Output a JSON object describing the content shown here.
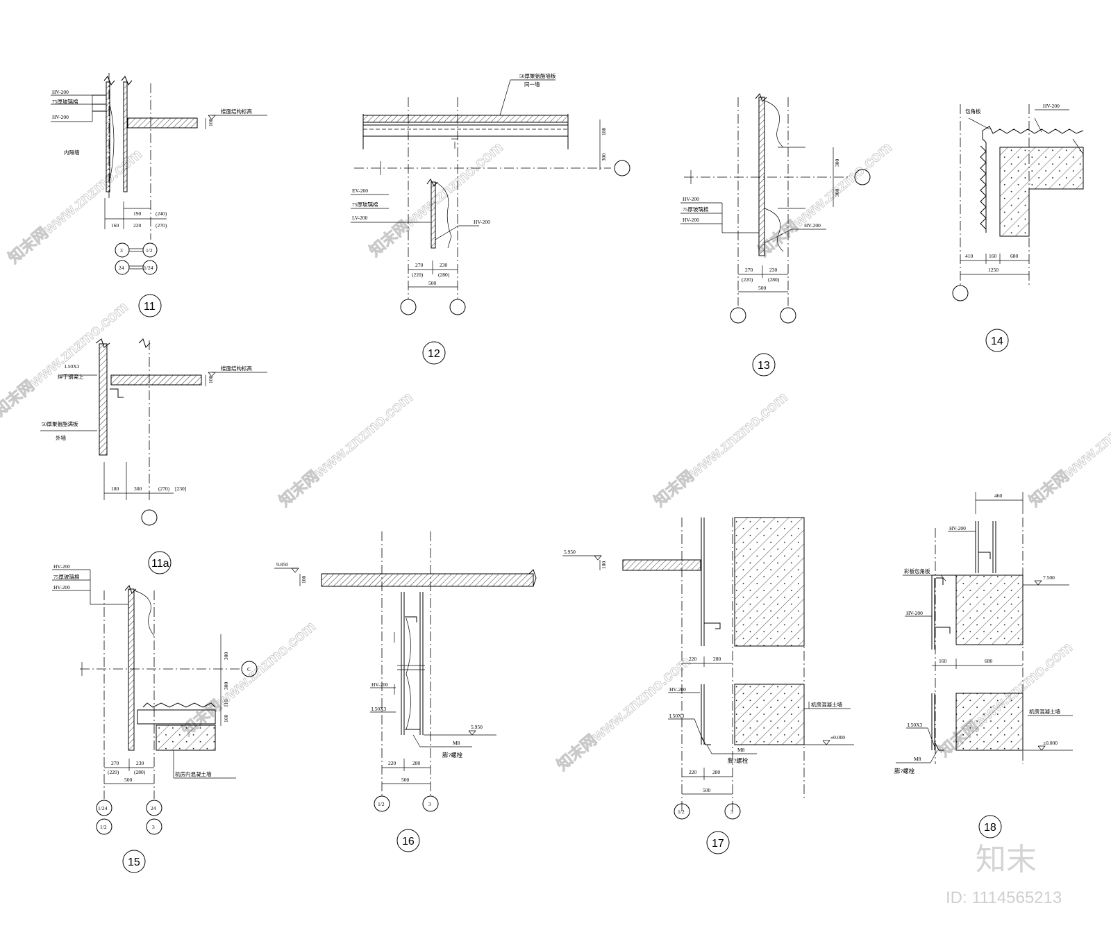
{
  "watermark": {
    "text": "知末网www.znzmo.com"
  },
  "brand": {
    "logo": "知末",
    "id": "ID: 1114565213"
  },
  "details": {
    "d11": {
      "num": "11",
      "l1": "HV-200",
      "l2": "75厚玻璃棉",
      "l3": "HV-200",
      "l4": "内隔墙",
      "l5": "楼面结构标高",
      "h": "100",
      "a": "190",
      "a2": "(240)",
      "b": "160",
      "c": "220",
      "c2": "(270)",
      "g1": "3",
      "g2": "1/2",
      "g3": "24",
      "g4": "1/24"
    },
    "d11a": {
      "num": "11a",
      "l1": "L50X3",
      "l2": "焊于钢梁上",
      "l3": "50厚聚氨酯满板",
      "l4": "外墙",
      "l5": "楼面结构标高",
      "h": "100",
      "b": "180",
      "c": "300",
      "c2": "(270)",
      "c3": "[230]"
    },
    "d12": {
      "num": "12",
      "l1": "50厚聚氨酯墙板",
      "l2": "同一墙",
      "l3": "EV-200",
      "l4": "75厚玻璃棉",
      "l5": "LV-200",
      "l6": "HV-200",
      "h1": "180",
      "h2": "300",
      "a": "270",
      "b": "230",
      "a2": "(220)",
      "b2": "(280)",
      "t": "500"
    },
    "d13": {
      "num": "13",
      "l1": "HV-200",
      "l2": "75厚玻璃棉",
      "l3": "HV-200",
      "l4": "HV-200",
      "h1": "300",
      "h2": "300",
      "a": "270",
      "b": "230",
      "a2": "(220)",
      "b2": "(280)",
      "t": "500"
    },
    "d14": {
      "num": "14",
      "l1": "包角板",
      "l2": "HV-200",
      "a": "410",
      "b": "160",
      "c": "680",
      "t": "1250"
    },
    "d15": {
      "num": "15",
      "l1": "HV-200",
      "l2": "75厚玻璃棉",
      "l3": "HV-200",
      "l4": "机房内混凝土墙",
      "grid": "C",
      "h1": "300",
      "h2": "300",
      "h3": "110",
      "h4": "160",
      "a": "270",
      "b": "230",
      "a2": "(220)",
      "b2": "(280)",
      "t": "500",
      "g1": "1/24",
      "g2": "24",
      "g3": "1/2",
      "g4": "3"
    },
    "d16": {
      "num": "16",
      "e1": "9.850",
      "e2": "5.950",
      "h": "100",
      "l1": "HV-200",
      "l2": "L50X3",
      "l3": "M8",
      "l4": "膨?螺栓",
      "a": "220",
      "b": "280",
      "t": "500",
      "g1": "1/2",
      "g2": "3"
    },
    "d17": {
      "num": "17",
      "e1": "5.950",
      "e2": "±0.000",
      "h": "100",
      "l1": "HV-200",
      "l2": "L50X3",
      "l3": "M8",
      "l4": "膨?螺栓",
      "l5": "机房混凝土墙",
      "a": "220",
      "b": "280",
      "a2": "220",
      "b2": "280",
      "t": "500",
      "g1": "1/2",
      "g2": "3"
    },
    "d18": {
      "num": "18",
      "t": "460",
      "l1": "HV-200",
      "l2": "彩板包角板",
      "l3": "HV-200",
      "l4": "机房混凝土墙",
      "l5": "L50X3",
      "l6": "M8",
      "l7": "膨?螺栓",
      "e1": "7.500",
      "e2": "±0.000",
      "a": "160",
      "b": "680"
    }
  }
}
